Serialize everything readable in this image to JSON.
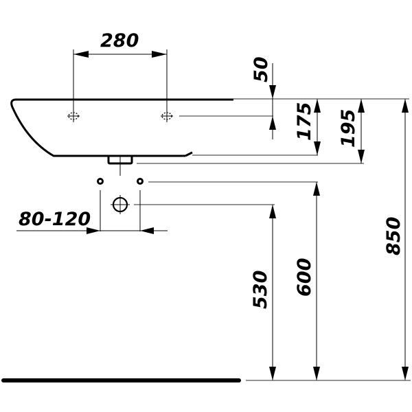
{
  "drawing": {
    "subject": "Wall-mounted washbasin installation dimensions",
    "units": "mm",
    "colors": {
      "line": "#000000",
      "extension_line": "#555555",
      "background": "#ffffff"
    },
    "dimensions": {
      "tap_hole_spacing": "280",
      "top_to_tap_hole_offset": "50",
      "basin_height_to_drain": "175",
      "basin_height_to_waste": "195",
      "mounting_bolt_spacing": "80-120",
      "floor_to_waste_outlet": "530",
      "floor_to_mounting_bolts": "600",
      "floor_to_basin_top": "850"
    }
  }
}
